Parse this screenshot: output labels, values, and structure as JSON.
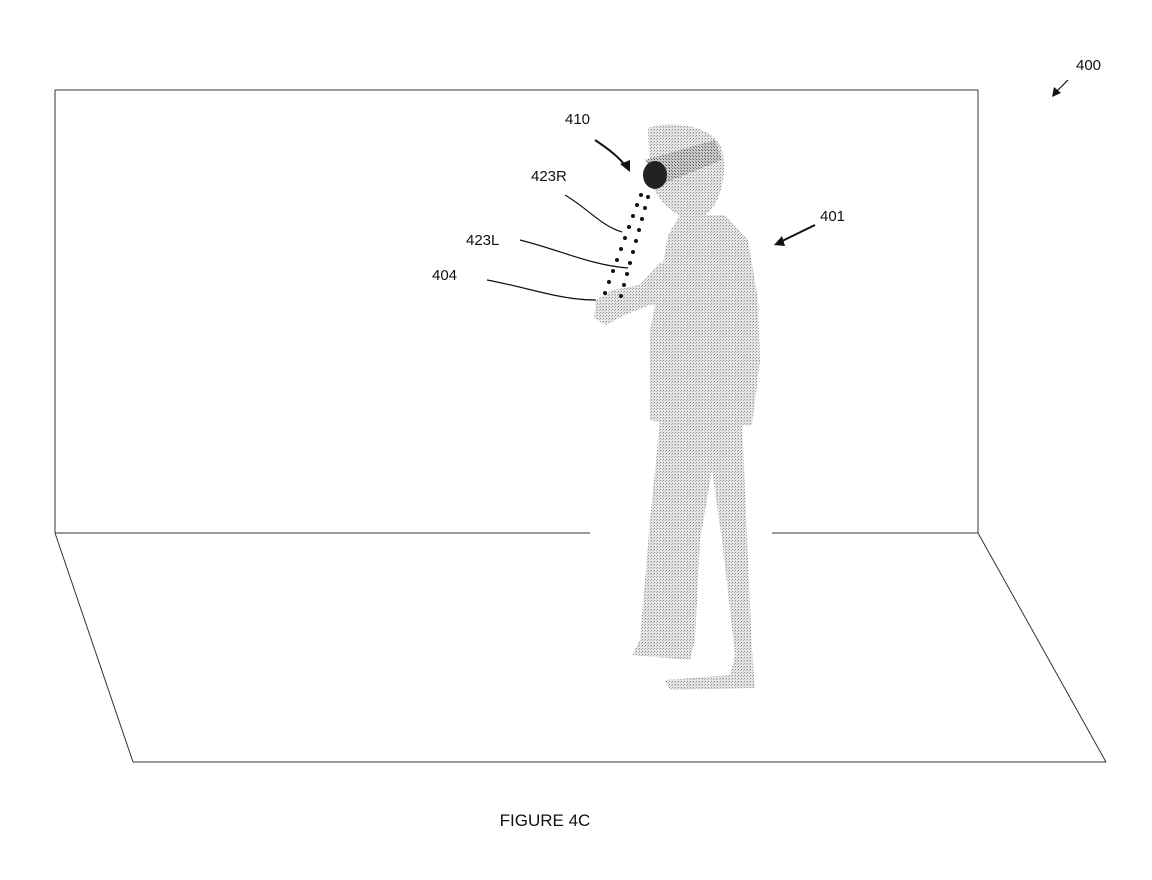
{
  "figure": {
    "caption": "FIGURE 4C",
    "reference_numerals": {
      "scene": "400",
      "user": "401",
      "hand": "404",
      "headset": "410",
      "gaze_right": "423R",
      "gaze_left": "423L"
    }
  },
  "colors": {
    "line": "#111111",
    "stipple": "#9a9a9a"
  }
}
